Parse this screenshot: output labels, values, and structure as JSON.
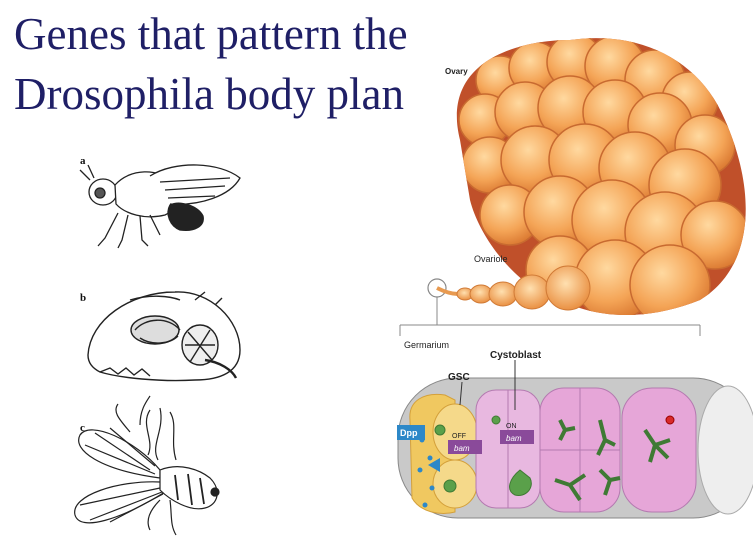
{
  "title": {
    "line1": "Genes that pattern the",
    "line2": "Drosophila body plan"
  },
  "fly_panels": {
    "a": "a",
    "b": "b",
    "c": "c"
  },
  "ovary_diagram": {
    "ovary_label": "Ovary",
    "ovariole_label": "Ovariole",
    "germarium_label": "Germarium",
    "cystoblast_label": "Cystoblast",
    "gsc_label": "GSC",
    "dpp_label": "Dpp",
    "off_label": "OFF",
    "on_label": "ON",
    "bam_label_1": "bam",
    "bam_label_2": "bam"
  },
  "colors": {
    "title": "#1f1f66",
    "ovary_orange": "#f0a050",
    "ovary_dark": "#c0502a",
    "cell_pink": "#e8a8d8",
    "nucleus_green": "#5aa04a",
    "niche_yellow": "#f0c860",
    "dpp_blue": "#2d88c8"
  }
}
